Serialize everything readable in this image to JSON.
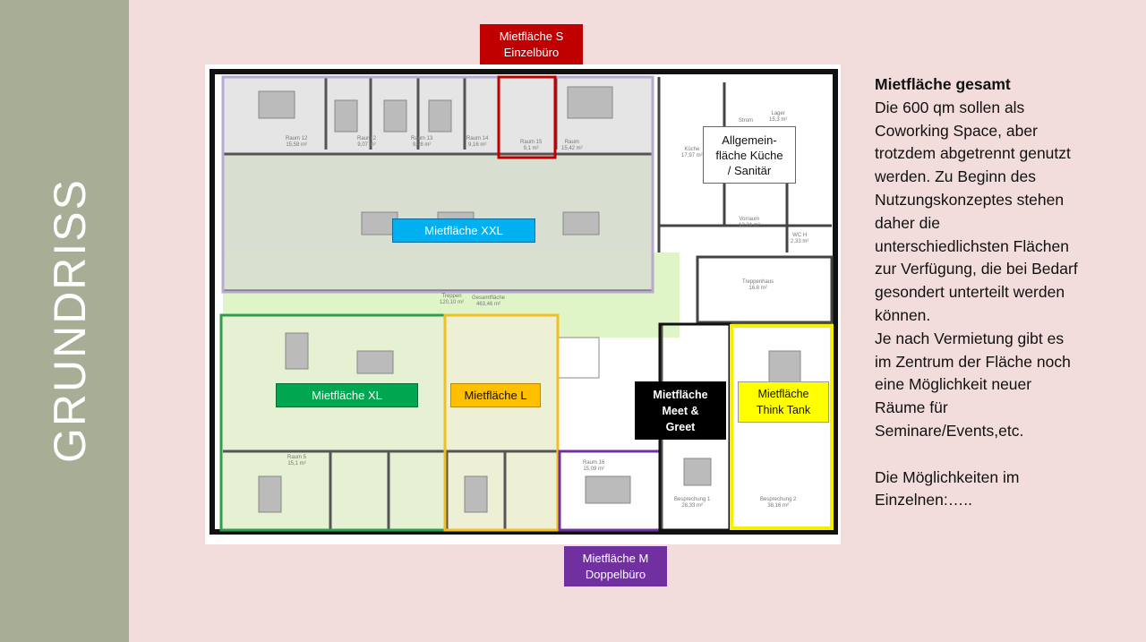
{
  "sidebar": {
    "title": "GRUNDRISS"
  },
  "labels": {
    "s": "Mietfläche S\nEinzelbüro",
    "xxl": "Mietfläche XXL",
    "xl": "Mietfläche XL",
    "l": "Mietfläche  L",
    "meet": "Mietfläche\nMeet &\nGreet",
    "think": "Mietfläche\nThink Tank",
    "m": "Mietfläche M\nDoppelbüro",
    "allgemein": "Allgemein-\nfläche Küche\n/ Sanitär"
  },
  "colors": {
    "s": "#c00000",
    "xxl": "#00b0f0",
    "xl": "#00a650",
    "l": "#ffc000",
    "meet": "#000000",
    "think": "#ffff00",
    "m": "#7030a0"
  },
  "rooms": {
    "raum12": "Raum 12\n15,58 m²",
    "raum2": "Raum 2\n9,07 m²",
    "raum13": "Raum 13\n9,28 m²",
    "raum14": "Raum 14\n9,16 m²",
    "raum15": "Raum 15\n9,1 m²",
    "raum_a": "Raum\n15,42 m²",
    "strom": "Strom",
    "lager": "Lager\n15,3 m²",
    "kueche": "Küche\n17,97 m²",
    "vorraum": "Vorraum\n12,24 m²",
    "wc": "WC H\n2,33 m²",
    "treppenhaus": "Treppenhaus\n16,6 m²",
    "treppen": "Treppen\n120,10 m²",
    "gesamtflaeche": "Gesamtfläche\n463,46 m²",
    "raum5": "Raum 5\n15,1 m²",
    "raum16": "Raum 16\n15,09 m²",
    "besprechung1": "Besprechung 1\n28,33 m²",
    "besprechung2": "Besprechung 2\n38,16 m²"
  },
  "text": {
    "heading": "Mietfläche gesamt",
    "paragraph1": "Die 600 qm sollen als\nCoworking Space, aber\ntrotzdem abgetrennt genutzt\nwerden. Zu Beginn des\nNutzungskonzeptes stehen\ndaher die\nunterschiedlichsten Flächen\nzur Verfügung, die bei Bedarf\ngesondert unterteilt werden\nkönnen.\nJe nach Vermietung gibt es\nim Zentrum der Fläche noch\neine Möglichkeit neuer\nRäume für\nSeminare/Events,etc.",
    "paragraph2": "Die Möglichkeiten im\nEinzelnen:….."
  }
}
